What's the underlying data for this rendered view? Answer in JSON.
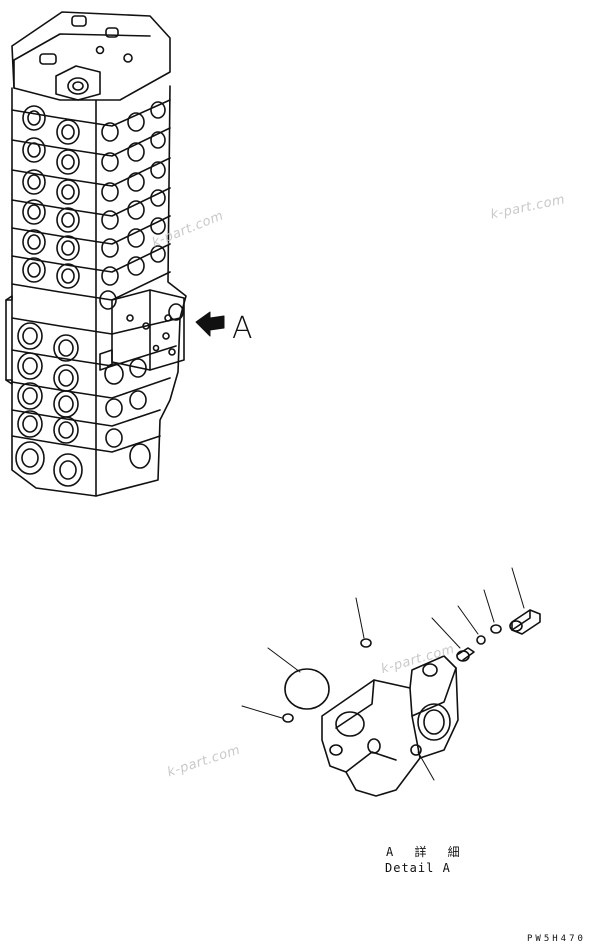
{
  "view_marker": {
    "letter": "A"
  },
  "detail": {
    "caption_jp": "A 詳 細",
    "caption_en": "Detail A"
  },
  "drawing_code": "PW5H470",
  "watermark": "k-part.com"
}
